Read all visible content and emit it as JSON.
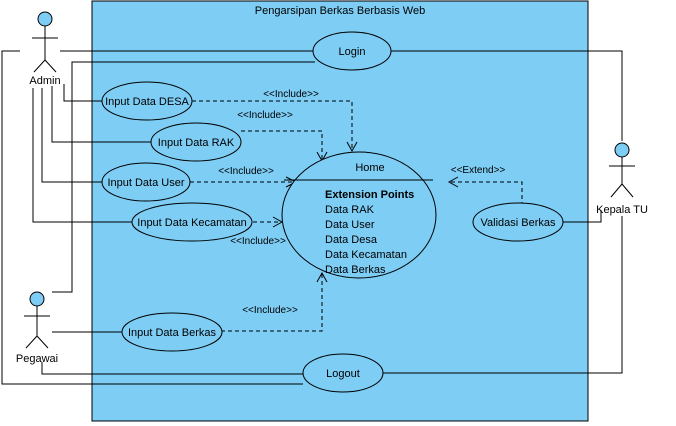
{
  "system": {
    "title": "Pengarsipan Berkas Berbasis Web",
    "fill_color": "#7dcdf5",
    "border_color": "#000000"
  },
  "actors": {
    "admin": "Admin",
    "pegawai": "Pegawai",
    "kepala_tu": "Kepala TU"
  },
  "use_cases": {
    "login": "Login",
    "input_data_desa": "Input Data DESA",
    "input_data_rak": "Input Data RAK",
    "input_data_user": "Input Data User",
    "input_data_kecamatan": "Input Data Kecamatan",
    "input_data_berkas": "Input Data Berkas",
    "logout": "Logout",
    "validasi_berkas": "Validasi Berkas",
    "home": "Home"
  },
  "extension_points": {
    "title": "Extension Points",
    "items": [
      "Data RAK",
      "Data User",
      "Data Desa",
      "Data Kecamatan",
      "Data Berkas"
    ]
  },
  "stereotypes": {
    "include": "<<Include>>",
    "extend": "<<Extend>>"
  }
}
